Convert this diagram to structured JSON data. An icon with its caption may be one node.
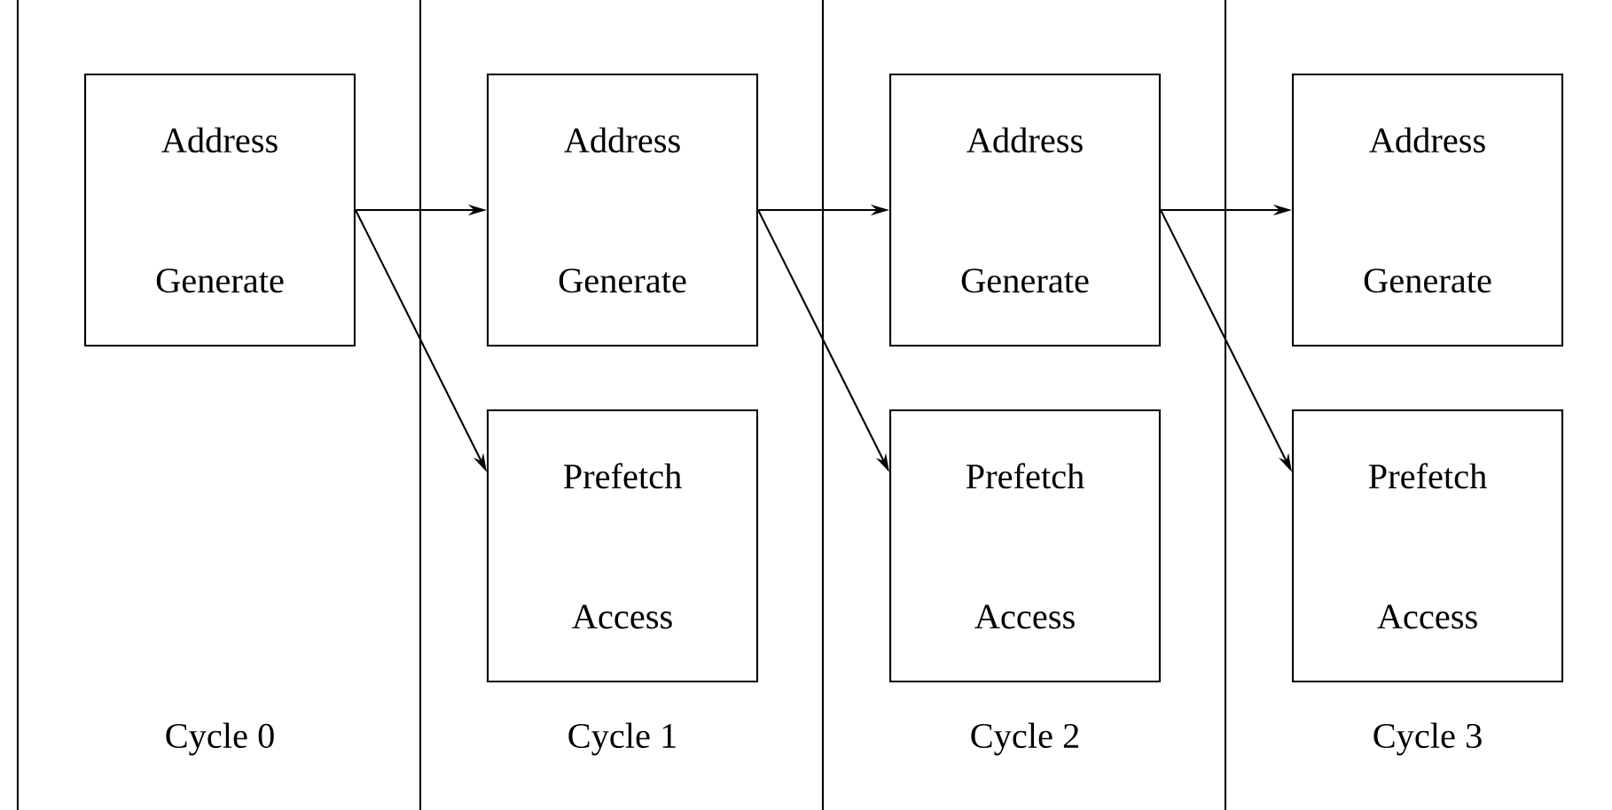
{
  "diagram": {
    "nodes": [
      {
        "text": [
          "Address Generate"
        ]
      },
      {
        "text": [
          "Address Generate"
        ]
      },
      {
        "text": [
          "Prefetch Access"
        ]
      },
      {
        "text": [
          "Address Generate"
        ]
      },
      {
        "text": [
          "Prefetch Access"
        ]
      },
      {
        "text": [
          "Address Generate"
        ]
      },
      {
        "text": [
          "Prefetch Access"
        ]
      }
    ],
    "edges": [
      {
        "from": 0,
        "to": 1,
        "arrow": "to"
      },
      {
        "from": 0,
        "to": 2,
        "arrow": "to"
      },
      {
        "from": 1,
        "to": 3,
        "arrow": "to"
      },
      {
        "from": 1,
        "to": 4,
        "arrow": "to"
      },
      {
        "from": 3,
        "to": 5,
        "arrow": "to"
      },
      {
        "from": 3,
        "to": 6,
        "arrow": "to"
      }
    ],
    "labels": [
      "Cycle 0",
      "Cycle 1",
      "Cycle 2",
      "Cycle 3"
    ]
  }
}
